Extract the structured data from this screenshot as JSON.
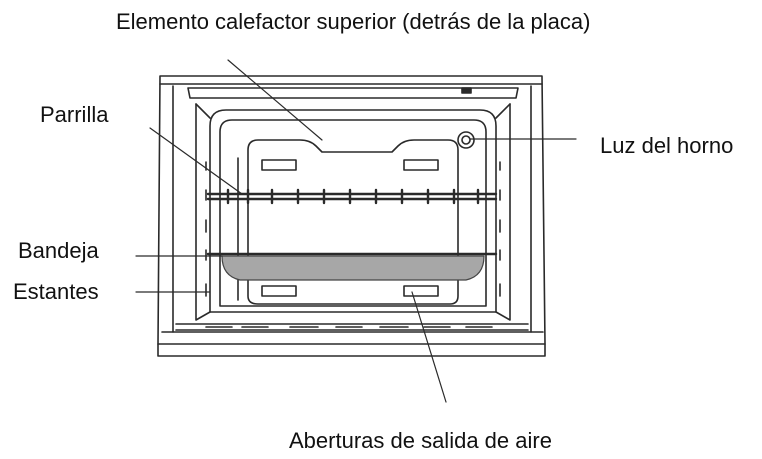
{
  "labels": {
    "top_heating_element": "Elemento calefactor superior (detrás de la placa)",
    "grill": "Parrilla",
    "oven_light": "Luz del horno",
    "tray": "Bandeja",
    "shelves": "Estantes",
    "air_vents": "Aberturas de salida de aire"
  },
  "colors": {
    "line": "#2a2a2a",
    "tray_fill": "#a7a7a7",
    "background": "#ffffff"
  }
}
